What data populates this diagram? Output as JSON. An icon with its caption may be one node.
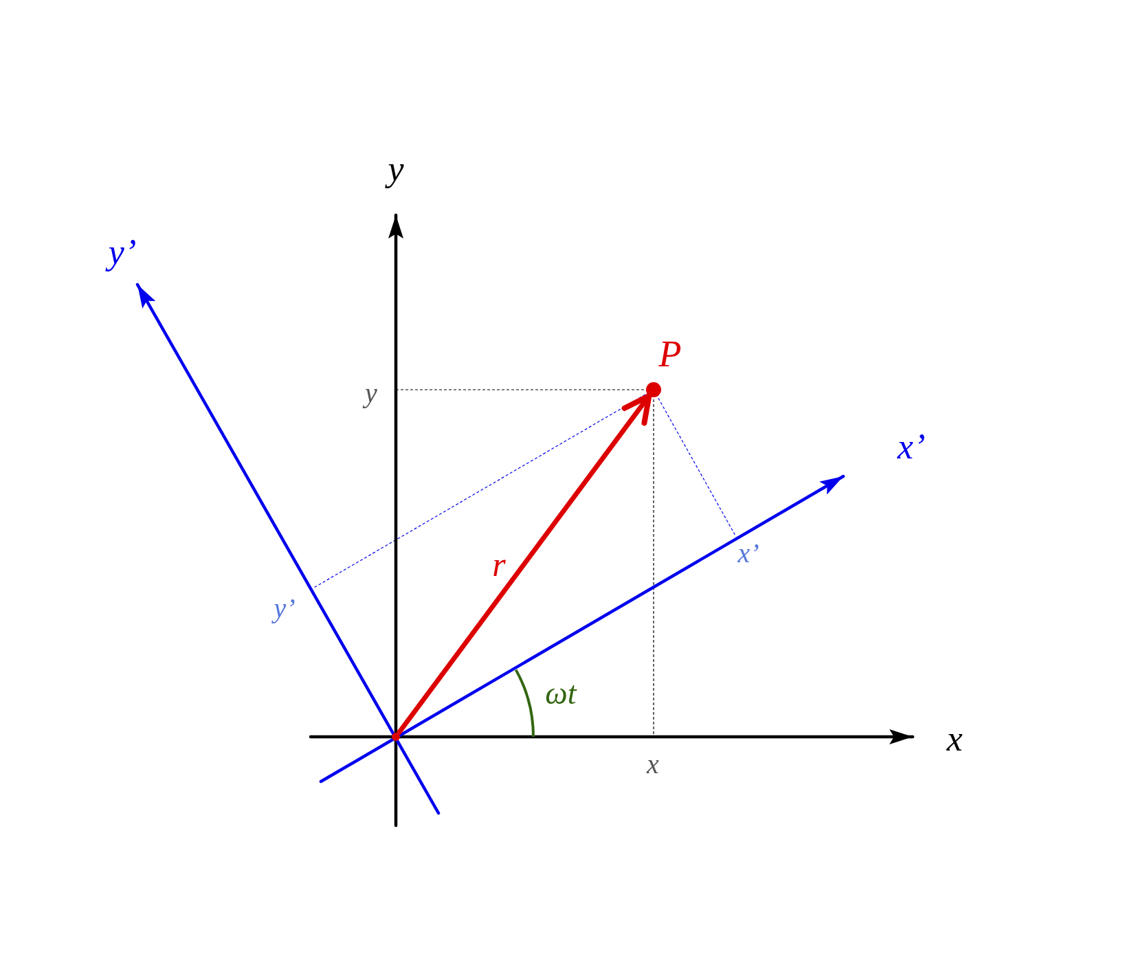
{
  "diagram": {
    "nodes": [
      {
        "text": [],
        "shape": "circle",
        "beside": [
          "P"
        ]
      },
      {
        "text": [],
        "shape": "circle"
      }
    ],
    "edges": [
      {
        "from": 1,
        "to": 0,
        "arrow": "to",
        "label": "r"
      }
    ],
    "labels": [
      "y",
      "y’",
      "y",
      "x’",
      "x’",
      "y’",
      "ωt",
      "x",
      "x"
    ]
  }
}
